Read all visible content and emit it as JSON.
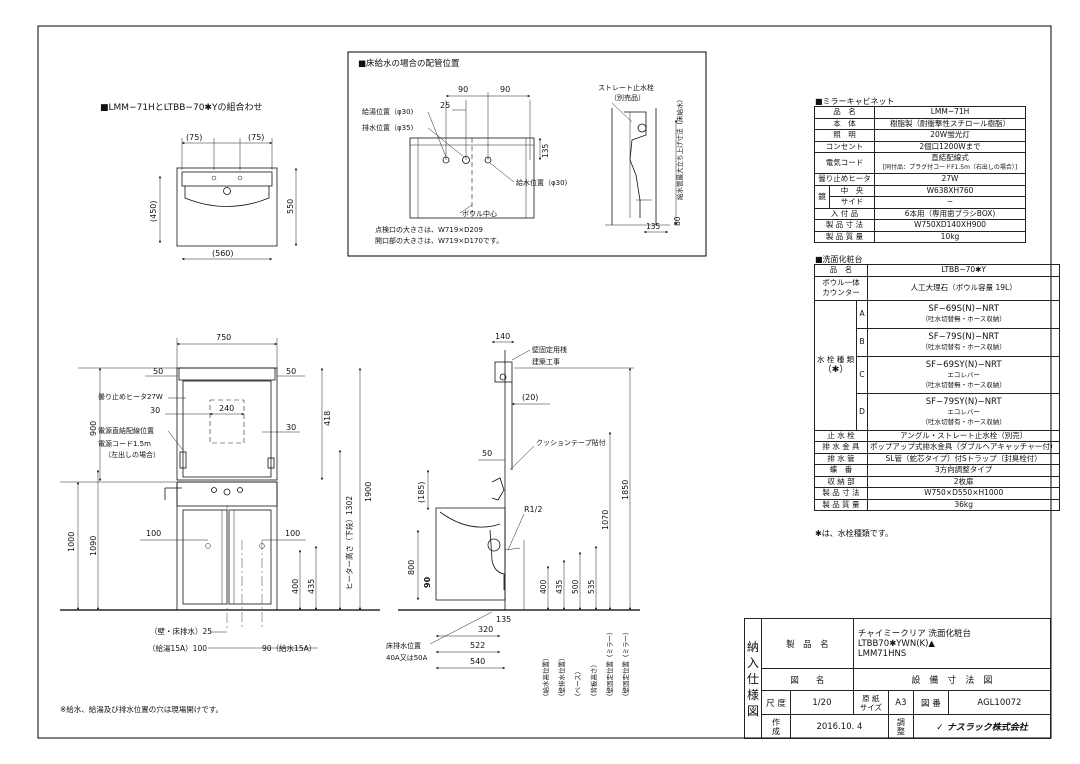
{
  "combo_view": {
    "title": "■LMM−71HとLTBB−70✱Yの組合わせ",
    "dims": {
      "d75a": "(75)",
      "d75b": "(75)",
      "d450": "(450)",
      "d550": "550",
      "d560": "(560)"
    }
  },
  "floor_view": {
    "title": "■床給水の場合の配管位置",
    "dims": {
      "d90a": "90",
      "d90b": "90",
      "d25": "25",
      "d135": "135",
      "d80": "80",
      "d135b": "135"
    },
    "labels": {
      "hot": "給湯位置（φ30)",
      "drain": "排水位置（φ35)",
      "cold": "給水位置（φ30)",
      "bowl": "ボウル中心",
      "note1": "点検口の大きさは、W719×D209",
      "note2": "開口部の大きさは、W719×D170です。",
      "valve": "ストレート止水栓",
      "valve_sub": "（別売品）",
      "vertical_note": "給水管最大立ち上げ寸法（床給水）"
    }
  },
  "front_view": {
    "dims": {
      "w750": "750",
      "d50a": "50",
      "d50b": "50",
      "d240": "240",
      "d30a": "30",
      "d30b": "30",
      "d418": "418",
      "d900": "900",
      "d1302": "ヒーター高さ（下段）1302",
      "d1900": "1900",
      "d1000": "1000",
      "d1090": "1090",
      "d100a": "100",
      "d100b": "100",
      "d400": "400",
      "d435": "435"
    },
    "labels": {
      "heater": "曇り止めヒータ27W",
      "power_pos": "電源直結配線位置",
      "cord": "電源コード1.5m",
      "cord_sub": "（左出しの場合）",
      "wall_drain": "（壁・床排水）25",
      "hot15": "（給湯15A）100",
      "cold15": "90（給水15A）"
    }
  },
  "side_view": {
    "dims": {
      "d140": "140",
      "d20": "(20)",
      "d50": "50",
      "d185": "(185)",
      "d1850": "1850",
      "d1070": "1070",
      "d800": "800",
      "d90": "90",
      "d400": "400",
      "d435": "435",
      "d500": "500",
      "d535": "535",
      "d320": "320",
      "d135": "135",
      "d522": "522",
      "d540": "540",
      "r12": "R1/2"
    },
    "labels": {
      "wall_fix": "壁固定用桟",
      "wall_fix2": "建築工事",
      "cushion": "クッションテープ貼付",
      "floor_drain": "床排水位置",
      "floor_drain2": "40A又は50A"
    },
    "vlabels": [
      "（給水高位置）",
      "（壁排水位置）",
      "（ベース）",
      "（背板高さ）",
      "（壁固定位置（ミラー）",
      "（壁固定位置（ミラー）"
    ]
  },
  "mirror_table": {
    "title": "■ミラーキャビネット",
    "rows": [
      {
        "k": "品　名",
        "v": "LMM−71H"
      },
      {
        "k": "本　体",
        "v": "樹脂製（耐衝撃性スチロール樹脂）"
      },
      {
        "k": "照　明",
        "v": "20W蛍光灯"
      },
      {
        "k": "コンセント",
        "v": "2個口1200Wまで"
      },
      {
        "k": "電気コード",
        "v": "直結配線式",
        "v2": "[同付品：プラグ付コードF1.5m（右出しの場合）]"
      },
      {
        "k": "曇り止めヒータ",
        "v": "27W"
      },
      {
        "k": "中　央",
        "v": "W638XH760"
      },
      {
        "k": "サイド",
        "v": "−"
      },
      {
        "k": "入 付 品",
        "v": "6本用（専用歯ブラシBOX)"
      },
      {
        "k": "製 品 寸 法",
        "v": "W750XD140XH900"
      },
      {
        "k": "製 品 質 量",
        "v": "10kg"
      }
    ],
    "mirror_k": "鏡"
  },
  "vanity_table": {
    "title": "■洗面化粧台",
    "rows_top": [
      {
        "k": "品　名",
        "v": "LTBB−70✱Y"
      },
      {
        "k": "ボウル一体\nカウンター",
        "v": "人工大理石（ボウル容量 19L）"
      }
    ],
    "faucet_k": "水 栓 種 類",
    "faucet_k2": "（✱）",
    "faucets": [
      {
        "code": "A",
        "name": "SF−69S(N)−NRT",
        "sub": "",
        "note": "（吐水切替無・ホース収納）"
      },
      {
        "code": "B",
        "name": "SF−79S(N)−NRT",
        "sub": "",
        "note": "（吐水切替有・ホース収納）"
      },
      {
        "code": "C",
        "name": "SF−69SY(N)−NRT",
        "sub": "エコレバー",
        "note": "（吐水切替無・ホース収納）"
      },
      {
        "code": "D",
        "name": "SF−79SY(N)−NRT",
        "sub": "エコレバー",
        "note": "（吐水切替有・ホース収納）"
      }
    ],
    "rows_bottom": [
      {
        "k": "止 水 栓",
        "v": "アングル・ストレート止水栓（別売）"
      },
      {
        "k": "排 水 金 具",
        "v": "ポップアップ式排水金具（ダブルヘアキャッチャー付）"
      },
      {
        "k": "排 水 管",
        "v": "SL管（蛇芯タイプ）付Sトラップ（封臭栓付）"
      },
      {
        "k": "蝶　番",
        "v": "3方向調整タイプ"
      },
      {
        "k": "収 納 部",
        "v": "2枚扉"
      },
      {
        "k": "製 品 寸 法",
        "v": "W750×D550×H1000"
      },
      {
        "k": "製 品 質 量",
        "v": "36kg"
      }
    ],
    "footnote": "✱は、水栓種類です。"
  },
  "bottom_note": "※給水、給湯及び排水位置の穴は現場開けです。",
  "title_block": {
    "side_chars": [
      "納",
      "入",
      "仕",
      "様",
      "図"
    ],
    "product_label": "製　品　名",
    "product_line1": "チャイミークリア 洗面化粧台",
    "product_line2": "LTBB70✱YWN(K)▲",
    "product_line3": "LMM71HNS",
    "drawing_label": "図　　名",
    "drawing_name": "設　備　寸　法　図",
    "scale_label": "尺 度",
    "scale": "1/20",
    "paper_label": "原 紙\nサイズ",
    "paper": "A3",
    "number_label": "図 番",
    "number": "AGL10072",
    "made_label": "作\n成",
    "date": "2016.10. 4",
    "check_label": "調\n整",
    "company": "ナスラック株式会社"
  }
}
